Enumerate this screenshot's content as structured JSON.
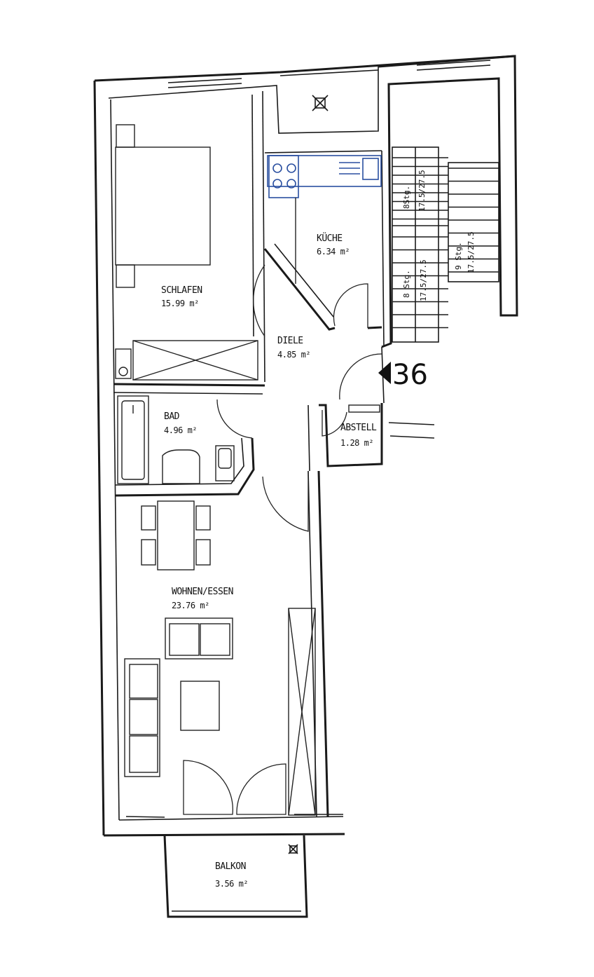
{
  "unit": {
    "number": "36"
  },
  "rooms": {
    "schlafen": {
      "name": "SCHLAFEN",
      "area": "15.99 m²"
    },
    "kueche": {
      "name": "KÜCHE",
      "area": "6.34 m²"
    },
    "diele": {
      "name": "DIELE",
      "area": "4.85 m²"
    },
    "bad": {
      "name": "BAD",
      "area": "4.96 m²"
    },
    "abstell": {
      "name": "ABSTELL",
      "area": "1.28 m²"
    },
    "wohnen": {
      "name": "WOHNEN/ESSEN",
      "area": "23.76 m²"
    },
    "balkon": {
      "name": "BALKON",
      "area": "3.56 m²"
    }
  },
  "stairs": {
    "left_upper": "8Stg.",
    "left_upper_dims": "17.5/27.5",
    "left_lower": "8 Stg.",
    "left_lower_dims": "17.5/27.5",
    "right": "9 Stg.",
    "right_dims": "17.5/27.5"
  },
  "colors": {
    "lines": "#1a1a1a",
    "kitchen_fixtures": "#2a4fa0",
    "background": "#ffffff"
  }
}
